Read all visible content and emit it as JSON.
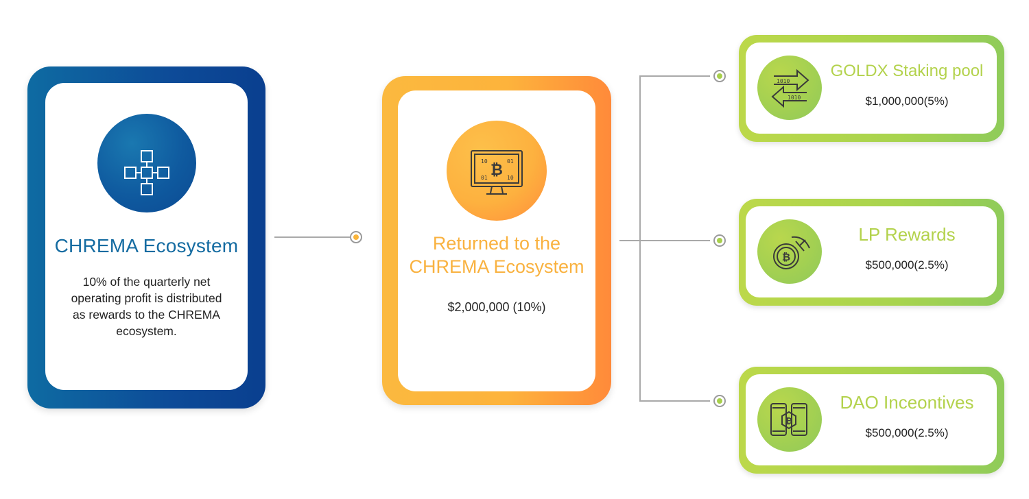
{
  "source": {
    "title": "CHREMA Ecosystem",
    "description": "10% of the quarterly net operating profit is distributed as rewards to the CHREMA ecosystem.",
    "icon": "blockchain-network-icon",
    "color": "#0d4b98"
  },
  "middle": {
    "title_line1": "Returned to the",
    "title_line2": "CHREMA Ecosystem",
    "value": "$2,000,000 (10%)",
    "icon": "bitcoin-monitor-icon",
    "color": "#fdb33c"
  },
  "targets": [
    {
      "title": "GOLDX Staking pool",
      "value": "$1,000,000(5%)",
      "icon": "exchange-arrows-icon"
    },
    {
      "title": "LP Rewards",
      "value": "$500,000(2.5%)",
      "icon": "bitcoin-mining-icon"
    },
    {
      "title": "DAO Inceontives",
      "value": "$500,000(2.5%)",
      "icon": "phone-bitcoin-transfer-icon"
    }
  ],
  "colors": {
    "blue": "#0d4b98",
    "orange": "#fdb33c",
    "green": "#a8d44e",
    "connector": "#a9a9a9"
  }
}
